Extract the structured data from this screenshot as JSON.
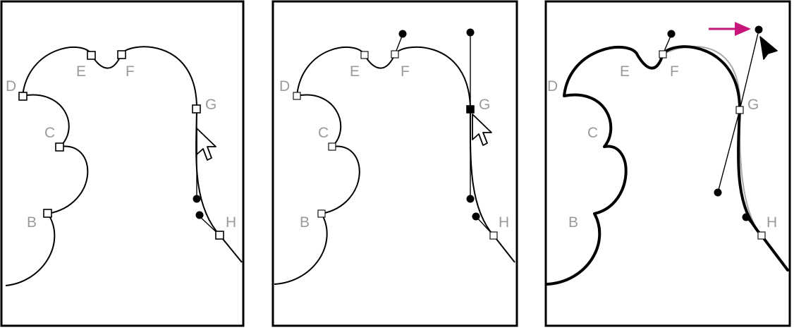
{
  "colors": {
    "frame": "#000000",
    "path": "#000000",
    "label": "#9a9a9a",
    "original_path": "#a9a9a9",
    "arrow": "#c8157a"
  },
  "icons": {
    "pointer_outline": "arrow-cursor-outline-icon",
    "pointer_filled": "arrow-cursor-filled-icon",
    "direction_arrow": "right-arrow-icon"
  },
  "panels": [
    {
      "step": 1,
      "labels": [
        "D",
        "E",
        "F",
        "G",
        "C",
        "B",
        "H"
      ],
      "selected_anchor": "",
      "description_state": "anchor G not selected; pointer moving toward G"
    },
    {
      "step": 2,
      "labels": [
        "D",
        "E",
        "F",
        "G",
        "C",
        "B",
        "H"
      ],
      "selected_anchor": "G",
      "description_state": "anchor G selected; direction lines shown"
    },
    {
      "step": 3,
      "labels": [
        "D",
        "E",
        "F",
        "G",
        "C",
        "B",
        "H"
      ],
      "selected_anchor": "G",
      "description_state": "direction point dragged right; curve reshaped"
    }
  ]
}
